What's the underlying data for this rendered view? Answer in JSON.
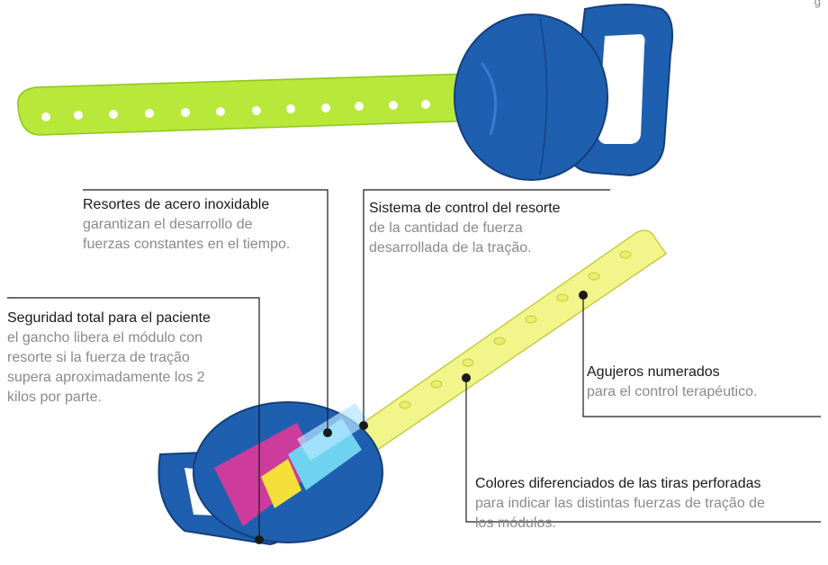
{
  "corner_text": "g",
  "callouts": {
    "springs": {
      "title": "Resortes de acero inoxidable",
      "desc": "garantizan el desarrollo de\nfuerzas constantes en el tiempo."
    },
    "control": {
      "title": "Sistema de control del resorte",
      "desc": "de la cantidad de fuerza\ndesarrollada de la tração."
    },
    "safety": {
      "title": "Seguridad total para el paciente",
      "desc": "el gancho libera el módulo con\nresorte si la fuerza de tração\nsupera aproximadamente los 2\nkilos por parte."
    },
    "holes": {
      "title": "Agujeros numerados",
      "desc": "para el control terapéutico."
    },
    "colors": {
      "title": "Colores diferenciados de las tiras perforadas",
      "desc": "para indicar las distintas fuerzas de tração de\nlos módulos."
    }
  },
  "colors": {
    "strap_green": "#b7e83a",
    "strap_yellow": "#f2f58a",
    "module_blue": "#1f5fb0",
    "module_dark": "#133f7a",
    "hook_magenta": "#e0389a",
    "spring_cyan": "#6fd3f0",
    "spring_yellow": "#f5e03a",
    "leader_line": "#1a1a1a"
  }
}
